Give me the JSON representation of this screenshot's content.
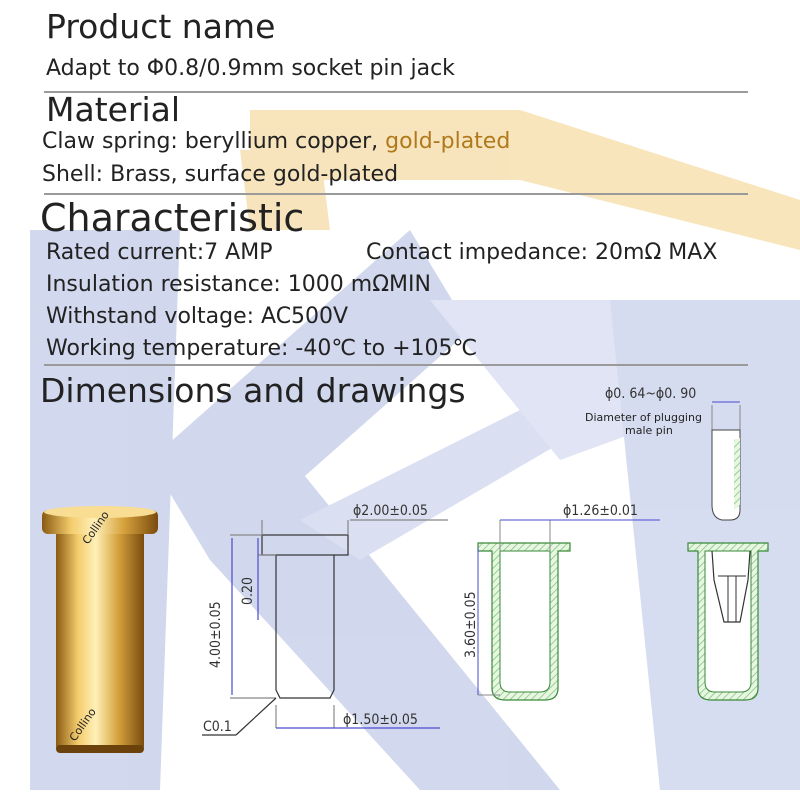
{
  "product": {
    "heading": "Product name",
    "description": "Adapt to Φ0.8/0.9mm socket pin jack"
  },
  "material": {
    "heading": "Material",
    "claw_prefix": "Claw spring: beryllium copper, ",
    "claw_highlight": "gold-plated",
    "shell": "Shell: Brass, surface gold-plated"
  },
  "characteristic": {
    "heading": "Characteristic",
    "rated_current": "Rated current:7 AMP",
    "contact_impedance": "Contact impedance: 20mΩ MAX",
    "insulation_resistance": "Insulation resistance: 1000 mΩMIN",
    "withstand_voltage": "Withstand voltage: AC500V",
    "working_temperature": "Working temperature: -40℃ to +105℃"
  },
  "dimensions": {
    "heading": "Dimensions and drawings",
    "outer_diameter": "ϕ2.00±0.05",
    "length": "4.00±0.05",
    "flange_height": "0.20",
    "chamfer": "C0.1",
    "body_diameter": "ϕ1.50±0.05",
    "inner_diameter": "ϕ1.26±0.01",
    "depth": "3.60±0.05",
    "pin_range": "ϕ0. 64~ϕ0. 90",
    "pin_caption_line1": "Diameter of plugging",
    "pin_caption_line2": "male pin",
    "watermark_text": "Collino"
  },
  "colors": {
    "watermark_blue": "#cdd4ec",
    "watermark_yellow": "#f7e2b5",
    "gold_text": "#b07a1c",
    "drawing_green": "#7cc37c"
  }
}
